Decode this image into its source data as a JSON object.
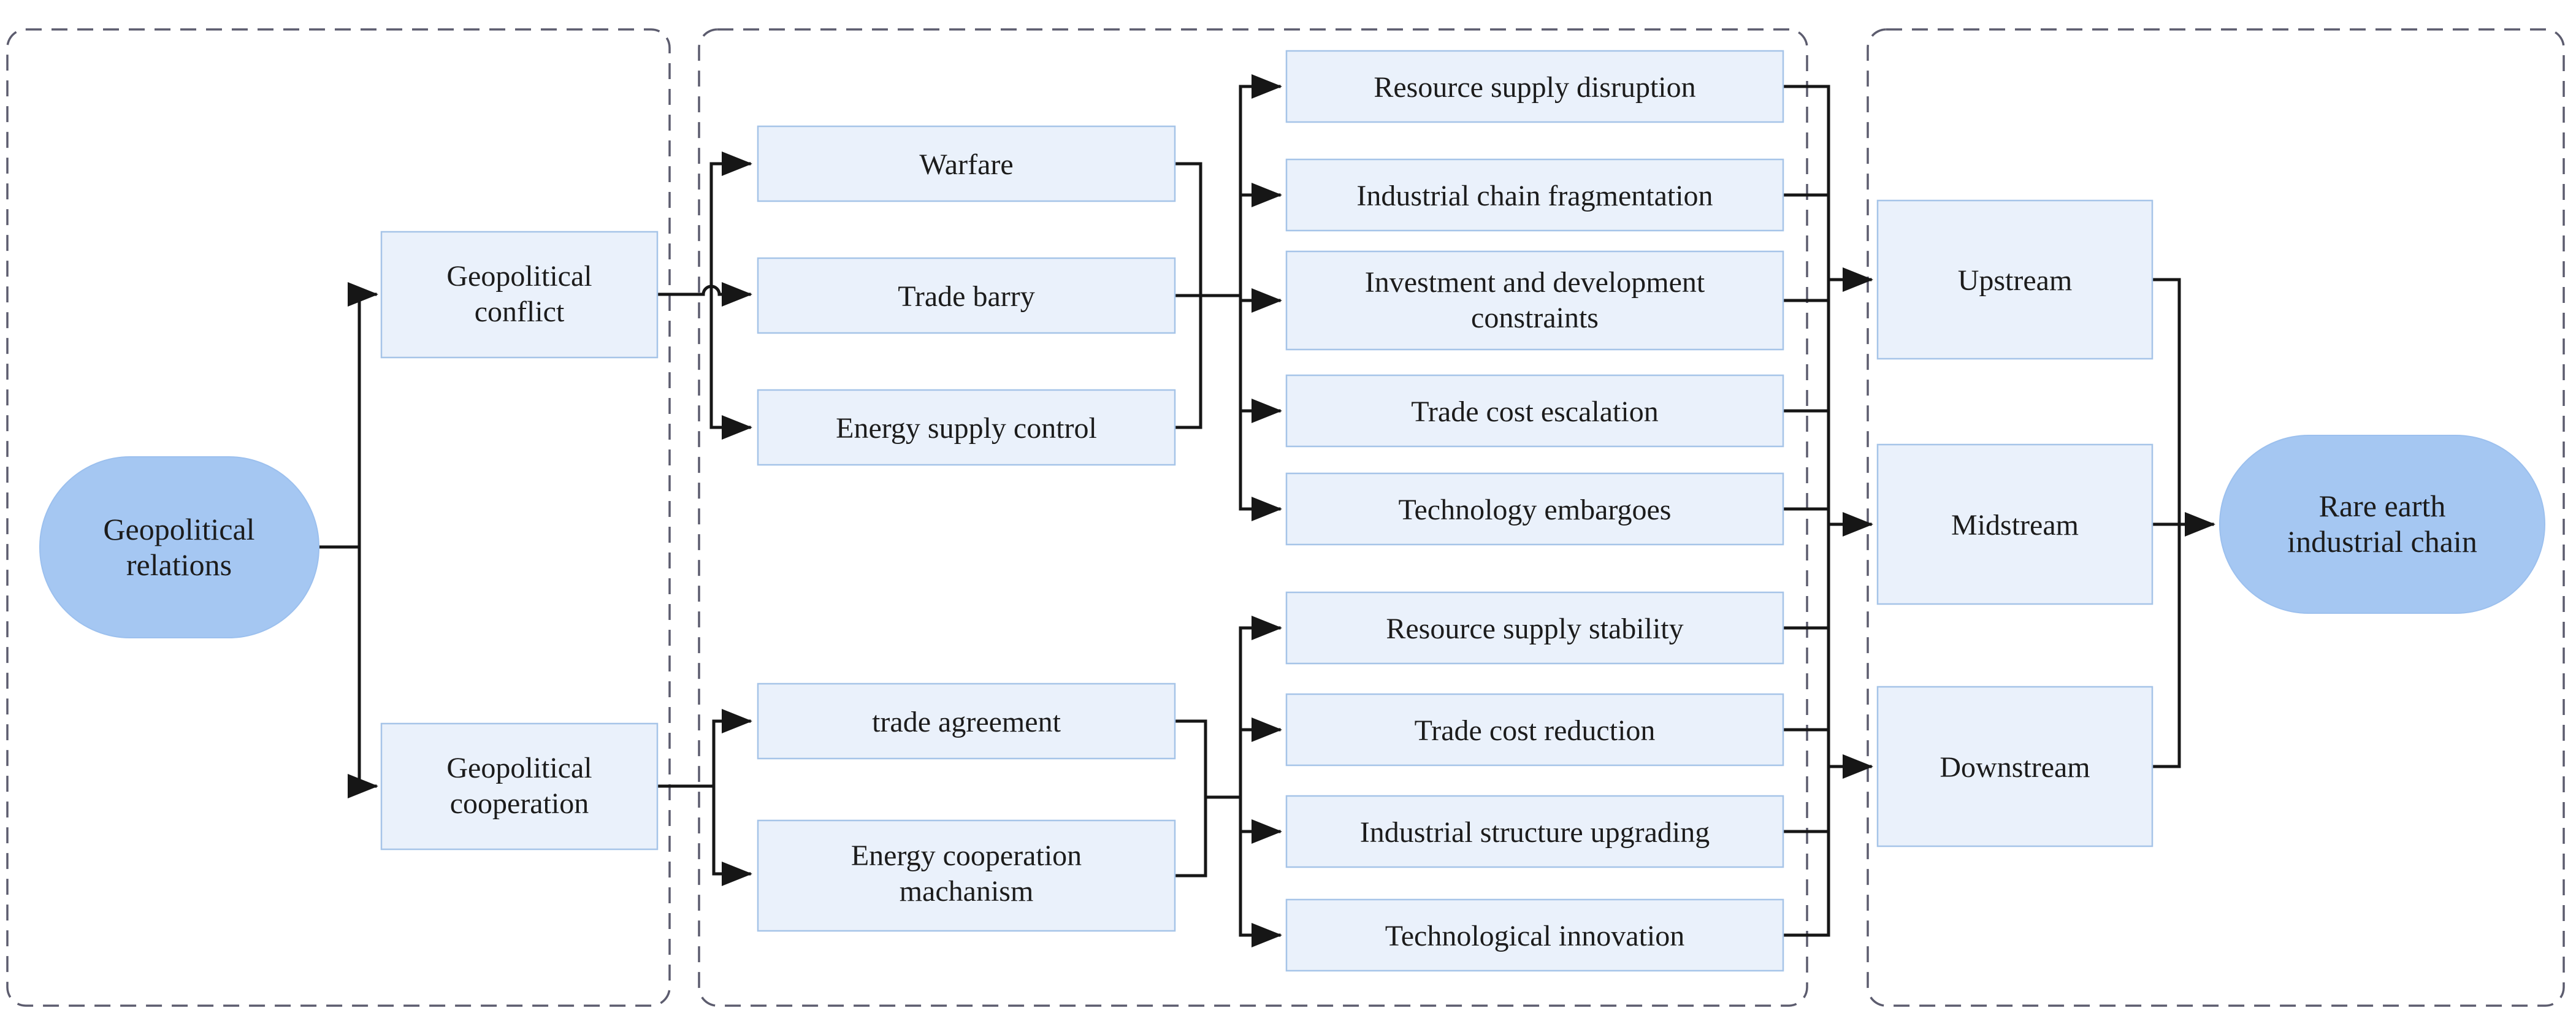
{
  "diagram": {
    "title": "Geopolitical relations and rare earth industrial chain transmission diagram",
    "nodes": {
      "geopolitical_relations": {
        "line1": "Geopolitical",
        "line2": "relations",
        "shape": "pill"
      },
      "geopolitical_conflict": {
        "line1": "Geopolitical",
        "line2": "conflict",
        "shape": "rect"
      },
      "geopolitical_cooperation": {
        "line1": "Geopolitical",
        "line2": "cooperation",
        "shape": "rect"
      },
      "warfare": {
        "label": "Warfare",
        "shape": "rect"
      },
      "trade_barry": {
        "label": "Trade barry",
        "shape": "rect"
      },
      "energy_supply_control": {
        "label": "Energy supply control",
        "shape": "rect"
      },
      "trade_agreement": {
        "label": "trade agreement",
        "shape": "rect"
      },
      "energy_cooperation_machanism": {
        "line1": "Energy cooperation",
        "line2": "machanism",
        "shape": "rect"
      },
      "resource_supply_disruption": {
        "label": "Resource supply disruption",
        "shape": "rect"
      },
      "industrial_chain_fragmentation": {
        "label": "Industrial chain fragmentation",
        "shape": "rect"
      },
      "investment_development_constraints": {
        "line1": "Investment and development",
        "line2": "constraints",
        "shape": "rect"
      },
      "trade_cost_escalation": {
        "label": "Trade cost escalation",
        "shape": "rect"
      },
      "technology_embargoes": {
        "label": "Technology embargoes",
        "shape": "rect"
      },
      "resource_supply_stability": {
        "label": "Resource supply stability",
        "shape": "rect"
      },
      "trade_cost_reduction": {
        "label": "Trade cost reduction",
        "shape": "rect"
      },
      "industrial_structure_upgrading": {
        "label": "Industrial structure upgrading",
        "shape": "rect"
      },
      "technological_innovation": {
        "label": "Technological innovation",
        "shape": "rect"
      },
      "upstream": {
        "label": "Upstream",
        "shape": "rect"
      },
      "midstream": {
        "label": "Midstream",
        "shape": "rect"
      },
      "downstream": {
        "label": "Downstream",
        "shape": "rect"
      },
      "rare_earth_industrial_chain": {
        "line1": "Rare earth",
        "line2": "industrial chain",
        "shape": "pill"
      }
    },
    "edges": [
      {
        "from": [
          "geopolitical_relations"
        ],
        "to": [
          "geopolitical_conflict",
          "geopolitical_cooperation"
        ]
      },
      {
        "from": [
          "geopolitical_conflict"
        ],
        "to": [
          "warfare",
          "trade_barry",
          "energy_supply_control"
        ]
      },
      {
        "from": [
          "geopolitical_cooperation"
        ],
        "to": [
          "trade_agreement",
          "energy_cooperation_machanism"
        ]
      },
      {
        "from": [
          "warfare",
          "trade_barry",
          "energy_supply_control"
        ],
        "to": [
          "resource_supply_disruption",
          "industrial_chain_fragmentation",
          "investment_development_constraints",
          "trade_cost_escalation",
          "technology_embargoes"
        ]
      },
      {
        "from": [
          "trade_agreement",
          "energy_cooperation_machanism"
        ],
        "to": [
          "resource_supply_stability",
          "trade_cost_reduction",
          "industrial_structure_upgrading",
          "technological_innovation"
        ]
      },
      {
        "from": [
          "resource_supply_disruption",
          "industrial_chain_fragmentation",
          "investment_development_constraints",
          "trade_cost_escalation",
          "technology_embargoes",
          "resource_supply_stability",
          "trade_cost_reduction",
          "industrial_structure_upgrading",
          "technological_innovation"
        ],
        "to": [
          "upstream",
          "midstream",
          "downstream"
        ]
      },
      {
        "from": [
          "upstream",
          "midstream",
          "downstream"
        ],
        "to": [
          "rare_earth_industrial_chain"
        ]
      }
    ],
    "colors": {
      "pill_fill": "#a5c7f2",
      "box_fill": "#eaf1fb",
      "box_border": "#a6c4e8",
      "connector": "#161616",
      "panel_dash_border": "#5c5c6e",
      "text": "#1c1c1c",
      "background": "#ffffff"
    }
  }
}
